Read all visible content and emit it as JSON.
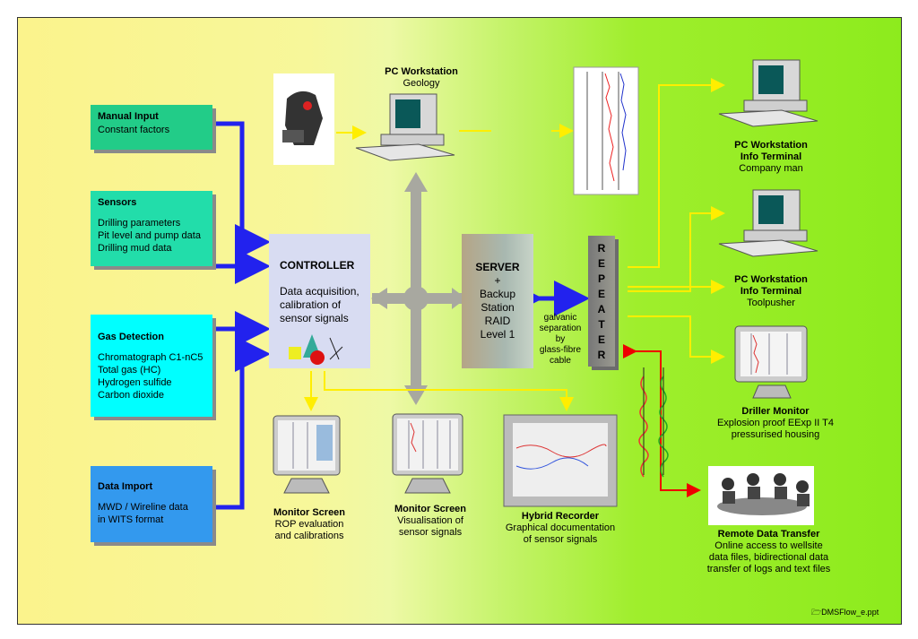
{
  "sources": {
    "manual": {
      "title": "Manual  Input",
      "lines": [
        "Constant factors"
      ],
      "color": "#22cc88"
    },
    "sensors": {
      "title": "Sensors",
      "lines": [
        "Drilling parameters",
        "Pit level and pump data",
        "Drilling mud data"
      ],
      "color": "#22ddaa"
    },
    "gas": {
      "title": "Gas Detection",
      "lines": [
        "Chromatograph C1-nC5",
        "Total gas (HC)",
        "Hydrogen sulfide",
        "Carbon dioxide"
      ],
      "color": "#00ffff"
    },
    "import": {
      "title": "Data Import",
      "lines": [
        "MWD / Wireline data",
        "in WITS format"
      ],
      "color": "#3399ee"
    }
  },
  "controller": {
    "title": "CONTROLLER",
    "lines": [
      "Data acquisition,",
      "calibration of",
      "sensor signals"
    ]
  },
  "server": {
    "lines": [
      "SERVER",
      "+",
      "Backup",
      "Station",
      "RAID",
      "Level 1"
    ]
  },
  "repeater": {
    "letters": [
      "R",
      "E",
      "P",
      "E",
      "A",
      "T",
      "E",
      "R"
    ]
  },
  "galvanic": {
    "lines": [
      "galvanic",
      "separation",
      "by",
      "glass-fibre",
      "cable"
    ]
  },
  "geology": {
    "title": "PC Workstation",
    "sub": "Geology"
  },
  "info1": {
    "title1": "PC Workstation",
    "title2": "Info Terminal",
    "sub": "Company man"
  },
  "info2": {
    "title1": "PC Workstation",
    "title2": "Info Terminal",
    "sub": "Toolpusher"
  },
  "driller": {
    "title": "Driller Monitor",
    "lines": [
      "Explosion proof  EExp II T4",
      "pressurised housing"
    ]
  },
  "remote": {
    "title": "Remote Data Transfer",
    "lines": [
      "Online access to wellsite",
      "data files, bidirectional data",
      "transfer of logs and text files"
    ]
  },
  "monitor1": {
    "title": "Monitor Screen",
    "lines": [
      "ROP evaluation",
      "and calibrations"
    ]
  },
  "monitor2": {
    "title": "Monitor Screen",
    "lines": [
      "Visualisation of",
      "sensor signals"
    ]
  },
  "hybrid": {
    "title": "Hybrid Recorder",
    "lines": [
      "Graphical documentation",
      "of sensor signals"
    ]
  },
  "footer": {
    "icon": "folder-icon",
    "file": "DMSFlow_e.ppt"
  },
  "colors": {
    "blue_arrow": "#2222ee",
    "yellow_arrow": "#ffee00",
    "grey_arrow": "#a8a8a0",
    "red_arrow": "#ee0000"
  }
}
